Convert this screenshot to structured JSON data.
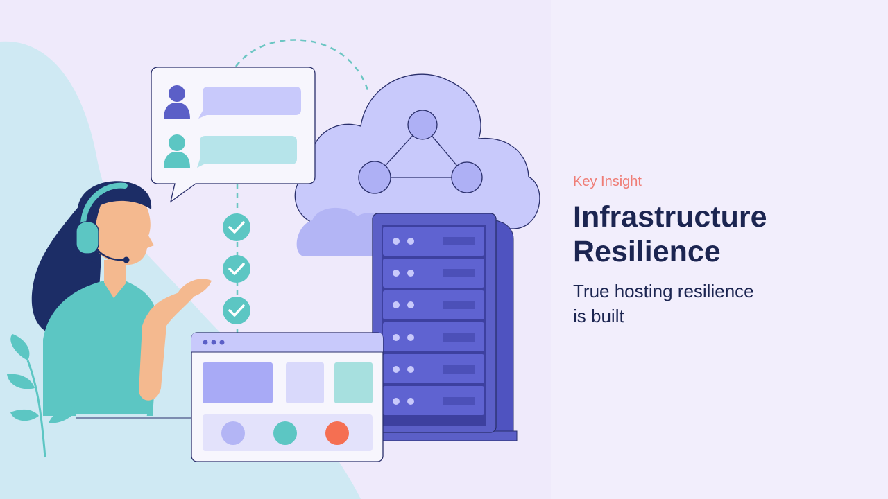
{
  "slide": {
    "eyebrow": "Key Insight",
    "title_line1": "Infrastructure",
    "title_line2": "Resilience",
    "subtitle_line1": "True hosting resilience",
    "subtitle_line2": "is built"
  },
  "colors": {
    "accent": "#ef7d76",
    "heading": "#1c2551",
    "primary": "#5b5fc7",
    "teal": "#5cc6c3",
    "lavender": "#c8c9fb"
  },
  "icons": [
    "headset-icon",
    "user-icon",
    "cloud-icon",
    "network-icon",
    "server-icon",
    "check-icon",
    "chat-bubble-icon",
    "plant-icon"
  ]
}
